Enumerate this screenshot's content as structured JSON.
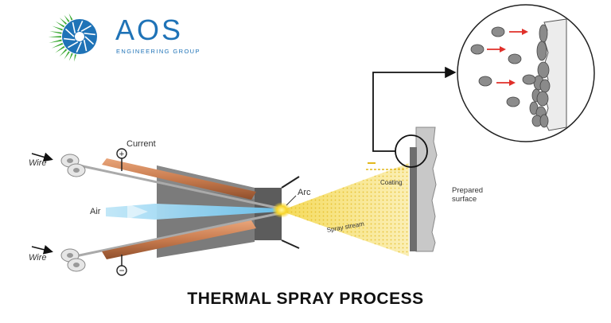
{
  "logo": {
    "name": "AOS",
    "tagline": "ENGINEERING GROUP",
    "colors": {
      "blue": "#1f73b7",
      "green": "#3daa35"
    }
  },
  "labels": {
    "current": "Current",
    "wire_top": "Wire",
    "wire_bottom": "Wire",
    "air": "Air",
    "arc": "Arc",
    "coating": "Coating",
    "spray_stream": "Spray stream",
    "prepared_surface_line1": "Prepared",
    "prepared_surface_line2": "surface"
  },
  "symbols": {
    "positive": "+",
    "negative": "−"
  },
  "title": "THERMAL SPRAY PROCESS",
  "colors": {
    "copper": "#c87b4e",
    "air": "#8fd0f0",
    "spray": "#f2d64a",
    "arrow": "#e0302a",
    "particle": "#777777"
  }
}
